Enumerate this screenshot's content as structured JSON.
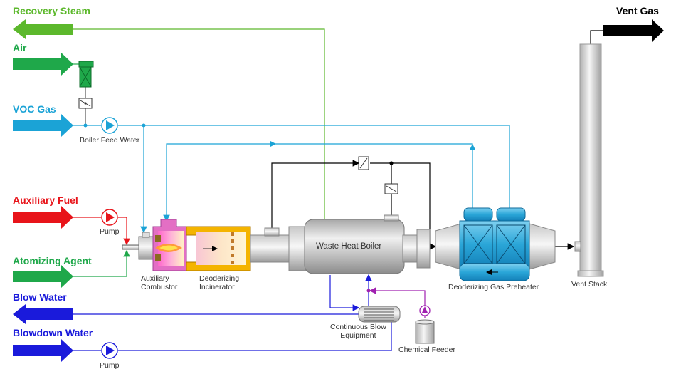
{
  "streams": {
    "recovery_steam": {
      "label": "Recovery Steam",
      "color": "#5cb82c"
    },
    "air": {
      "label": "Air",
      "color": "#1fa84a"
    },
    "voc_gas": {
      "label": "VOC Gas",
      "color": "#1ba3d6"
    },
    "auxiliary_fuel": {
      "label": "Auxiliary Fuel",
      "color": "#e8141a"
    },
    "atomizing_agent": {
      "label": "Atomizing Agent",
      "color": "#1fa84a"
    },
    "blow_water": {
      "label": "Blow Water",
      "color": "#1a1adb"
    },
    "blowdown_water": {
      "label": "Blowdown Water",
      "color": "#1a1adb"
    },
    "vent_gas": {
      "label": "Vent Gas",
      "color": "#000000"
    }
  },
  "equipment": {
    "boiler_feed_water": "Boiler Feed Water",
    "pump_fuel": "Pump",
    "pump_blowdown": "Pump",
    "auxiliary_combustor": [
      "Auxiliary",
      "Combustor"
    ],
    "deodorizing_incinerator": [
      "Deoderizing",
      "Incinerator"
    ],
    "waste_heat_boiler": "Waste Heat Boiler",
    "continuous_blow": [
      "Continuous Blow",
      "Equipment"
    ],
    "chemical_feeder": "Chemical Feeder",
    "gas_preheater": "Deoderizing Gas Preheater",
    "vent_stack": "Vent Stack"
  },
  "colors": {
    "steam_line": "#5cb82c",
    "voc_line": "#1ba3d6",
    "fuel_line": "#e8141a",
    "water_line": "#1a1adb",
    "chemical_line": "#a020b0",
    "flue_line": "#000000"
  }
}
